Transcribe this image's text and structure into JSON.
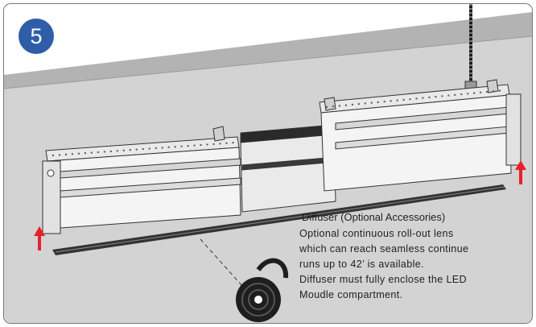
{
  "step": {
    "number": "5"
  },
  "caption": {
    "title": "Diffuser (Optional Accessories)",
    "lines": [
      "Optional continuous roll-out lens",
      "which can reach seamless continue",
      "runs up to 42’ is available.",
      "Diffuser must fully enclose the LED",
      "Moudle compartment."
    ]
  },
  "colors": {
    "badge": "#2f5ea8",
    "wall": "#d2d2d2",
    "ceiling": "#b4b4b4",
    "arrow": "#e8202a"
  },
  "icons": [
    "step-number-badge",
    "up-arrow-icon",
    "lens-roll-icon"
  ]
}
